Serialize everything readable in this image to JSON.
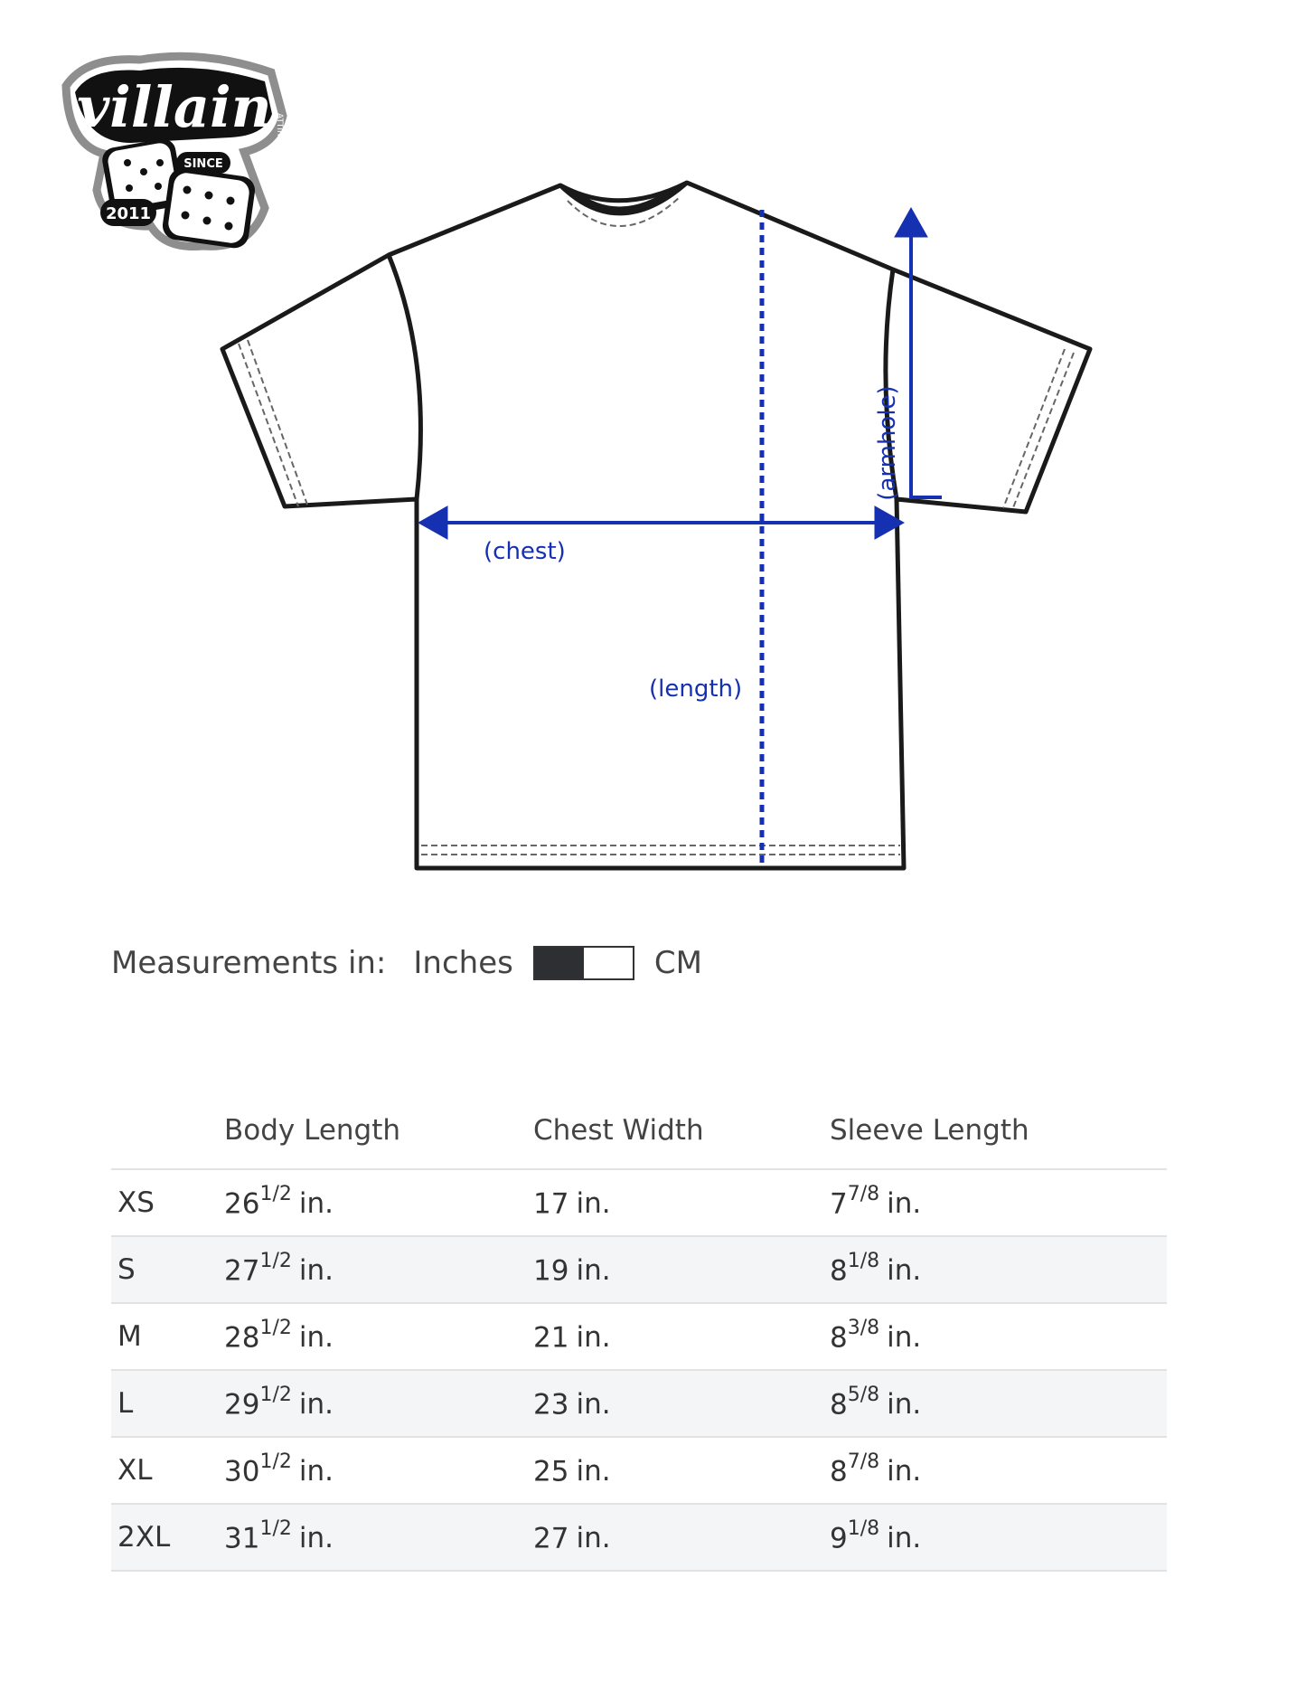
{
  "brand": {
    "name": "villain",
    "tagline": "ATTIRE",
    "since_label": "SINCE",
    "year": "2011"
  },
  "diagram": {
    "chest_label": "(chest)",
    "length_label": "(length)",
    "armhole_label": "(armhole)",
    "outline_color": "#1a1a1a",
    "measure_color": "#1530b0"
  },
  "units": {
    "label": "Measurements in:",
    "option_left": "Inches",
    "option_right": "CM",
    "selected": "Inches"
  },
  "table": {
    "headers": [
      "",
      "Body Length",
      "Chest Width",
      "Sleeve Length"
    ],
    "rows": [
      {
        "size": "XS",
        "body": {
          "whole": "26",
          "frac": "1/2",
          "unit": "in."
        },
        "chest": {
          "whole": "17",
          "frac": "",
          "unit": "in."
        },
        "sleeve": {
          "whole": "7",
          "frac": "7/8",
          "unit": "in."
        }
      },
      {
        "size": "S",
        "body": {
          "whole": "27",
          "frac": "1/2",
          "unit": "in."
        },
        "chest": {
          "whole": "19",
          "frac": "",
          "unit": "in."
        },
        "sleeve": {
          "whole": "8",
          "frac": "1/8",
          "unit": "in."
        }
      },
      {
        "size": "M",
        "body": {
          "whole": "28",
          "frac": "1/2",
          "unit": "in."
        },
        "chest": {
          "whole": "21",
          "frac": "",
          "unit": "in."
        },
        "sleeve": {
          "whole": "8",
          "frac": "3/8",
          "unit": "in."
        }
      },
      {
        "size": "L",
        "body": {
          "whole": "29",
          "frac": "1/2",
          "unit": "in."
        },
        "chest": {
          "whole": "23",
          "frac": "",
          "unit": "in."
        },
        "sleeve": {
          "whole": "8",
          "frac": "5/8",
          "unit": "in."
        }
      },
      {
        "size": "XL",
        "body": {
          "whole": "30",
          "frac": "1/2",
          "unit": "in."
        },
        "chest": {
          "whole": "25",
          "frac": "",
          "unit": "in."
        },
        "sleeve": {
          "whole": "8",
          "frac": "7/8",
          "unit": "in."
        }
      },
      {
        "size": "2XL",
        "body": {
          "whole": "31",
          "frac": "1/2",
          "unit": "in."
        },
        "chest": {
          "whole": "27",
          "frac": "",
          "unit": "in."
        },
        "sleeve": {
          "whole": "9",
          "frac": "1/8",
          "unit": "in."
        }
      }
    ]
  }
}
